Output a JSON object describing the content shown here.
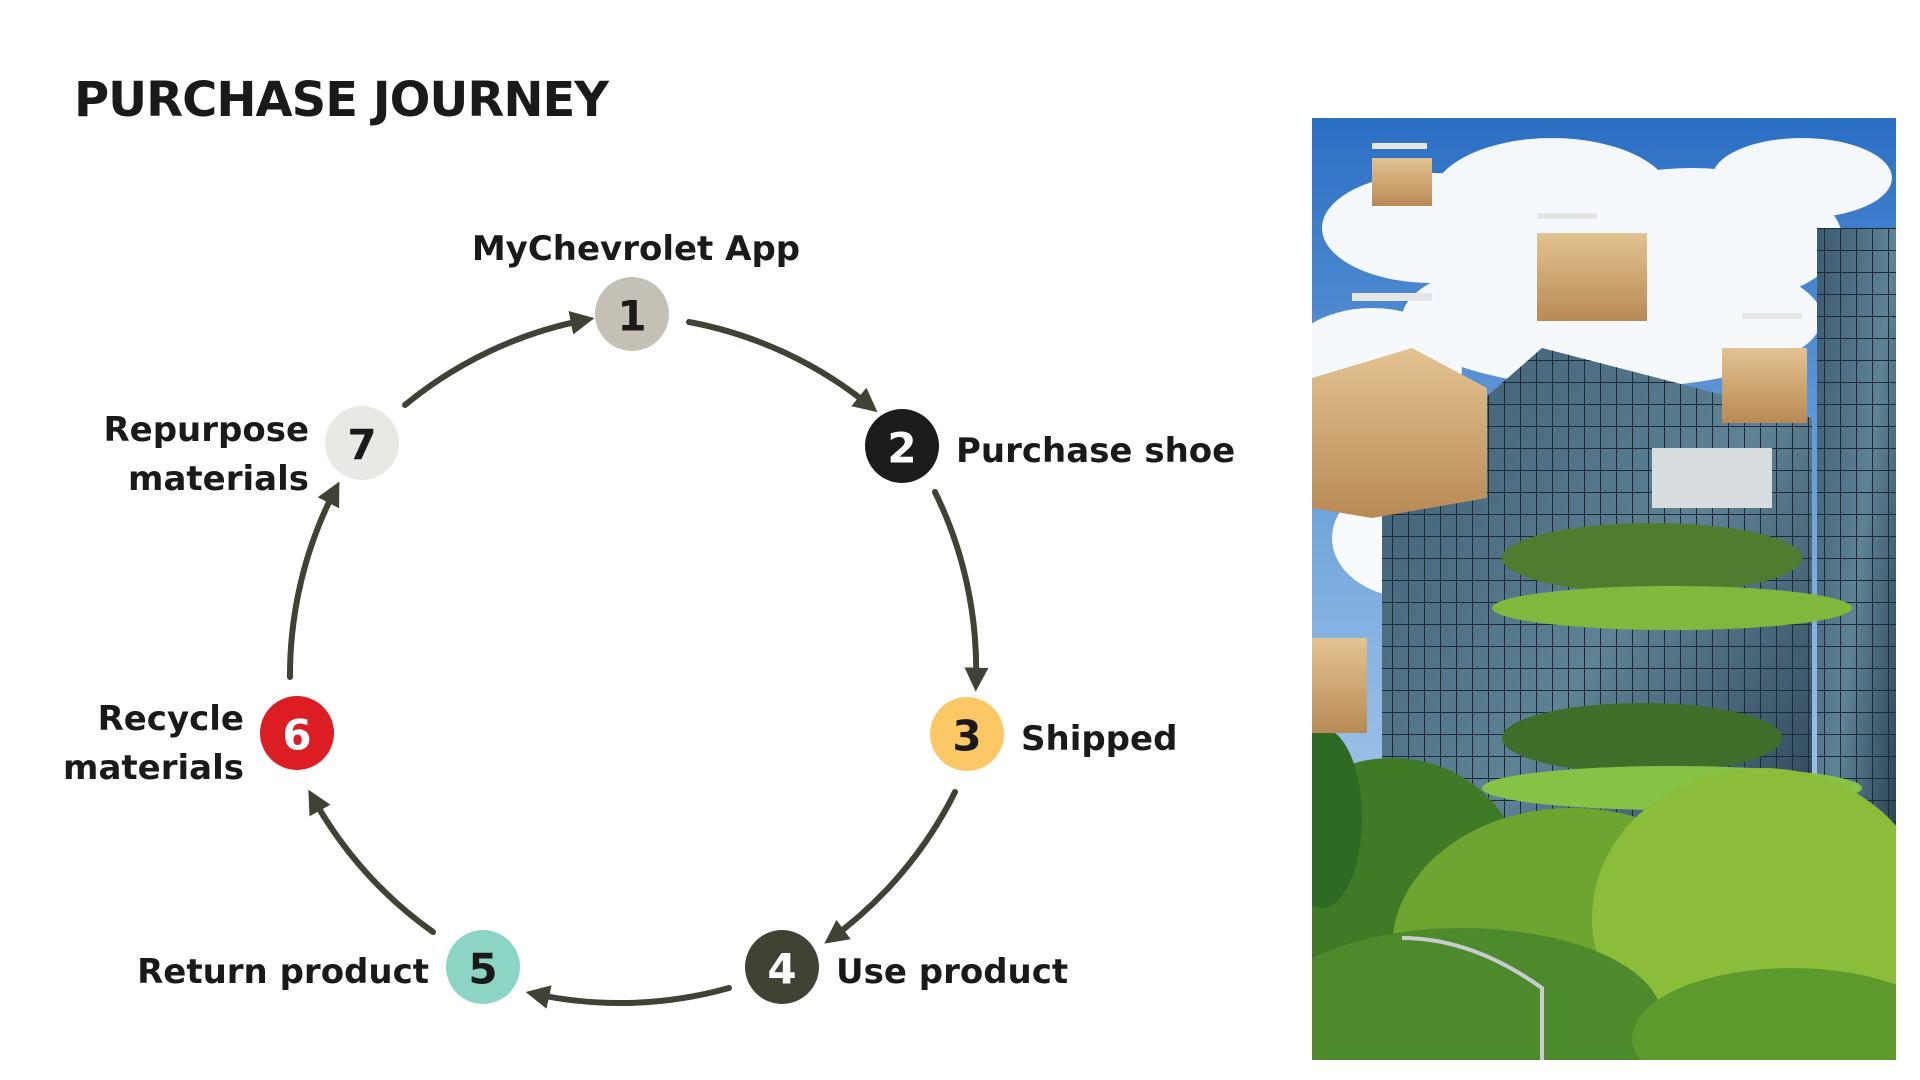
{
  "title": "PURCHASE JOURNEY",
  "steps": [
    {
      "num": "1",
      "label_lines": [
        "MyChevrolet App"
      ],
      "color": "#c5c0b5",
      "text_color": "#1a1a1a"
    },
    {
      "num": "2",
      "label_lines": [
        "Purchase shoe"
      ],
      "color": "#1c1c1c",
      "text_color": "#ffffff"
    },
    {
      "num": "3",
      "label_lines": [
        "Shipped"
      ],
      "color": "#fcc866",
      "text_color": "#1a1a1a"
    },
    {
      "num": "4",
      "label_lines": [
        "Use product"
      ],
      "color": "#404334",
      "text_color": "#ffffff"
    },
    {
      "num": "5",
      "label_lines": [
        "Return product"
      ],
      "color": "#8cd4c4",
      "text_color": "#1a1a1a"
    },
    {
      "num": "6",
      "label_lines": [
        "Recycle",
        "materials"
      ],
      "color": "#dc1e24",
      "text_color": "#ffffff"
    },
    {
      "num": "7",
      "label_lines": [
        "Repurpose",
        "materials"
      ],
      "color": "#e9e8e4",
      "text_color": "#1a1a1a"
    }
  ],
  "arrow_color": "#3f4335",
  "photo": {
    "subject": "drones-delivering-parcels-over-green-building"
  }
}
